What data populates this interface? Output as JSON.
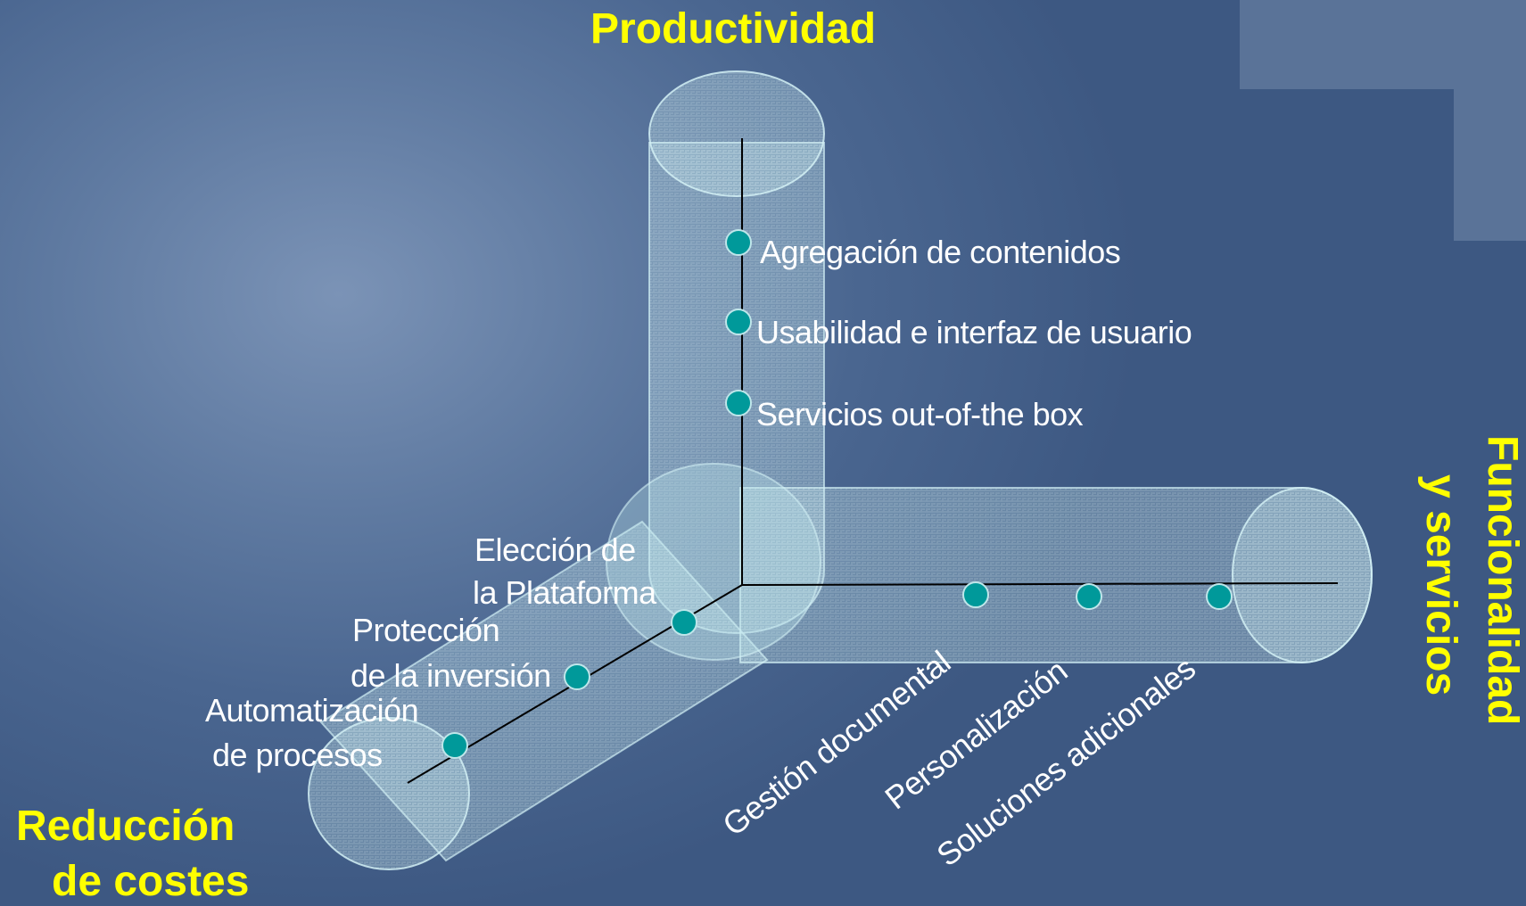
{
  "axes": {
    "productividad": "Productividad",
    "reduccion_line1": "Reducción",
    "reduccion_line2": "de costes",
    "funcionalidad_line1": "Funcionalidad",
    "funcionalidad_line2": "y servicios"
  },
  "vertical_items": [
    "Agregación de contenidos",
    "Usabilidad e interfaz de usuario",
    "Servicios out-of-the box"
  ],
  "diagonal_items": {
    "eleccion_line1": "Elección de",
    "eleccion_line2": "la Plataforma",
    "proteccion_line1": "Protección",
    "proteccion_line2": "de la inversión",
    "automatizacion_line1": "Automatización",
    "automatizacion_line2": "de procesos"
  },
  "horizontal_items": [
    "Gestión documental",
    "Personalización",
    "Soluciones adicionales"
  ],
  "colors": {
    "axis_title": "#ffff00",
    "point": "#00999a",
    "cylinder": "#bfe6ea",
    "background": "#4a6690"
  }
}
